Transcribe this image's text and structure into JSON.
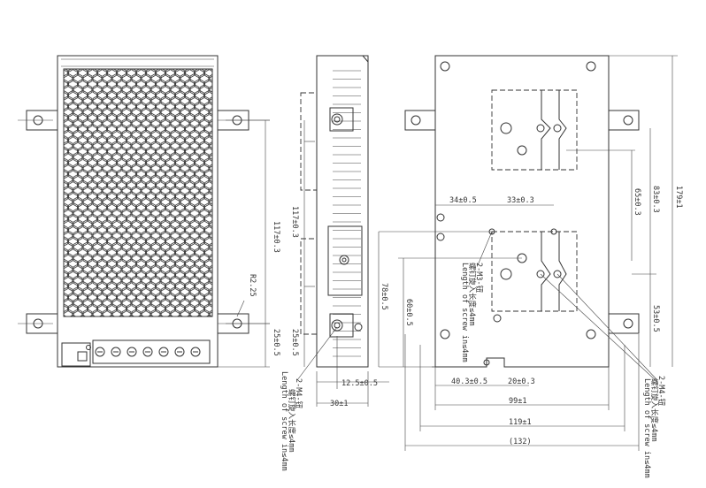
{
  "dimensions": {
    "front_h1": "117±0.3",
    "front_h2": "25±0.5",
    "front_r": "R2.25",
    "side_h1": "117±0.3",
    "side_h2": "25±0.5",
    "side_w1": "12.5±0.5",
    "side_w2": "30±1",
    "bottom_34": "34±0.5",
    "bottom_33": "33±0.3",
    "bottom_65": "65±0.3",
    "bottom_83": "83±0.3",
    "bottom_179": "179±1",
    "bottom_78": "78±0.5",
    "bottom_60": "60±0.5",
    "bottom_53": "53±0.5",
    "bottom_40": "40.3±0.5",
    "bottom_20": "20±0.3",
    "bottom_99": "99±1",
    "bottom_119": "119±1",
    "bottom_132": "(132)"
  },
  "notes": {
    "side_screw_cn": "2-M4-钮",
    "side_screw_cn2": "螺钉旋入长度≤4mm",
    "side_screw_en": "Length of screw in≤4mm",
    "mid_screw_cn": "2-M3-钮",
    "mid_screw_cn2": "螺钉旋入长度≤4mm",
    "mid_screw_en": "Length of screw in≤4mm",
    "right_screw_cn": "2-M4-钮",
    "right_screw_cn2": "螺钉旋入长度≤4mm",
    "right_screw_en": "Length of screw in≤4mm"
  },
  "colors": {
    "line": "#333333",
    "background": "#ffffff"
  }
}
